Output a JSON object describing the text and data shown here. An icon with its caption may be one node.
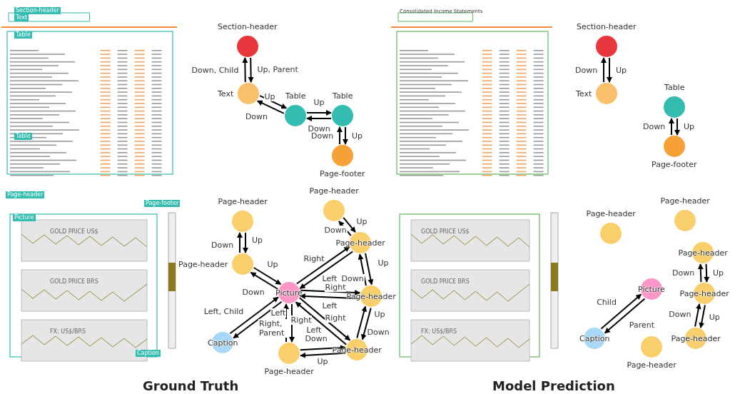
{
  "diagram": {
    "nodes": [
      {
        "text": [
          "Section-header"
        ]
      },
      {
        "text": [
          "Text"
        ]
      },
      {
        "text": [
          "Table"
        ]
      },
      {
        "text": [
          "Table"
        ]
      },
      {
        "text": [
          "Page-footer"
        ]
      },
      {
        "text": [
          "Section-header"
        ]
      },
      {
        "text": [
          "Text"
        ]
      },
      {
        "text": [
          "Table"
        ]
      },
      {
        "text": [
          "Page-footer"
        ]
      },
      {
        "text": [
          "Page-header"
        ]
      },
      {
        "text": [
          "Page-header"
        ]
      },
      {
        "text": [
          "Page-header"
        ]
      },
      {
        "text": [
          "Page-header"
        ]
      },
      {
        "text": [
          "Picture"
        ]
      },
      {
        "text": [
          "Page-header"
        ]
      },
      {
        "text": [
          "Caption"
        ]
      },
      {
        "text": [
          "Page-header"
        ]
      },
      {
        "text": [
          "Page-header"
        ]
      },
      {
        "text": [
          "Page-header"
        ]
      },
      {
        "text": [
          "Page-header"
        ]
      },
      {
        "text": [
          "Page-header"
        ]
      },
      {
        "text": [
          "Picture"
        ]
      },
      {
        "text": [
          "Page-header"
        ]
      },
      {
        "text": [
          "Caption"
        ]
      },
      {
        "text": [
          "Page-header"
        ]
      },
      {
        "text": [
          "Page-header"
        ]
      }
    ],
    "edges": [
      {
        "from": 1,
        "to": 0,
        "arrow": "to",
        "label": "Down, Child"
      },
      {
        "from": 0,
        "to": 1,
        "arrow": "to",
        "label": "Up, Parent"
      },
      {
        "from": 1,
        "to": 2,
        "arrow": "to",
        "label": "Up"
      },
      {
        "from": 2,
        "to": 1,
        "arrow": "to",
        "label": "Down"
      },
      {
        "from": 2,
        "to": 3,
        "arrow": "to",
        "label": "Up"
      },
      {
        "from": 3,
        "to": 2,
        "arrow": "to",
        "label": "Down"
      },
      {
        "from": 3,
        "to": 4,
        "arrow": "to",
        "label": "Up"
      },
      {
        "from": 4,
        "to": 3,
        "arrow": "to",
        "label": "Down"
      },
      {
        "from": 6,
        "to": 5,
        "arrow": "to",
        "label": "Down"
      },
      {
        "from": 5,
        "to": 6,
        "arrow": "to",
        "label": "Up"
      },
      {
        "from": 8,
        "to": 7,
        "arrow": "to",
        "label": "Down"
      },
      {
        "from": 7,
        "to": 8,
        "arrow": "to",
        "label": "Up"
      },
      {
        "from": 11,
        "to": 9,
        "arrow": "to",
        "label": "Down"
      },
      {
        "from": 9,
        "to": 11,
        "arrow": "to",
        "label": "Up"
      },
      {
        "from": 11,
        "to": 13,
        "arrow": "to",
        "label": "Up"
      },
      {
        "from": 13,
        "to": 11,
        "arrow": "to",
        "label": "Down"
      },
      {
        "from": 10,
        "to": 12,
        "arrow": "to",
        "label": "Up"
      },
      {
        "from": 12,
        "to": 10,
        "arrow": "to",
        "label": "Down"
      },
      {
        "from": 12,
        "to": 13,
        "arrow": "to",
        "label": "Left"
      },
      {
        "from": 13,
        "to": 12,
        "arrow": "to",
        "label": "Right"
      },
      {
        "from": 14,
        "to": 13,
        "arrow": "to",
        "label": "Left"
      },
      {
        "from": 13,
        "to": 14,
        "arrow": "to",
        "label": "Right"
      },
      {
        "from": 12,
        "to": 14,
        "arrow": "to",
        "label": "Up"
      },
      {
        "from": 14,
        "to": 12,
        "arrow": "to",
        "label": "Down"
      },
      {
        "from": 15,
        "to": 13,
        "arrow": "to",
        "label": "Left, Child"
      },
      {
        "from": 13,
        "to": 15,
        "arrow": "to",
        "label": "Right, Parent"
      },
      {
        "from": 14,
        "to": 16,
        "arrow": "to",
        "label": "Up"
      },
      {
        "from": 16,
        "to": 14,
        "arrow": "to",
        "label": "Down"
      },
      {
        "from": 16,
        "to": 13,
        "arrow": "to",
        "label": "Left"
      },
      {
        "from": 13,
        "to": 16,
        "arrow": "to",
        "label": "Right"
      },
      {
        "from": 13,
        "to": 17,
        "arrow": "to",
        "label": "Right"
      },
      {
        "from": 17,
        "to": 13,
        "arrow": "to",
        "label": "Left"
      },
      {
        "from": 17,
        "to": 16,
        "arrow": "to",
        "label": "Down"
      },
      {
        "from": 16,
        "to": 17,
        "arrow": "to",
        "label": "Up"
      },
      {
        "from": 23,
        "to": 21,
        "arrow": "to",
        "label": "Child"
      },
      {
        "from": 21,
        "to": 23,
        "arrow": "to",
        "label": "Parent"
      },
      {
        "from": 22,
        "to": 20,
        "arrow": "to",
        "label": "Down"
      },
      {
        "from": 20,
        "to": 22,
        "arrow": "to",
        "label": "Up"
      },
      {
        "from": 24,
        "to": 22,
        "arrow": "to",
        "label": "Down"
      },
      {
        "from": 22,
        "to": 24,
        "arrow": "to",
        "label": "Up"
      }
    ],
    "labels": [
      "Section-header",
      "Text",
      "Table",
      "Table",
      "Consolidated Income Statements",
      "Page-header",
      "Page-footer",
      "Picture",
      "GOLD PRICE US$",
      "GOLD PRICE BRS",
      "FX: US$/BRS",
      "Caption",
      "GOLD PRICE US$",
      "GOLD PRICE BRS",
      "FX: US$/BRS",
      "Ground Truth",
      "Model Prediction"
    ]
  }
}
